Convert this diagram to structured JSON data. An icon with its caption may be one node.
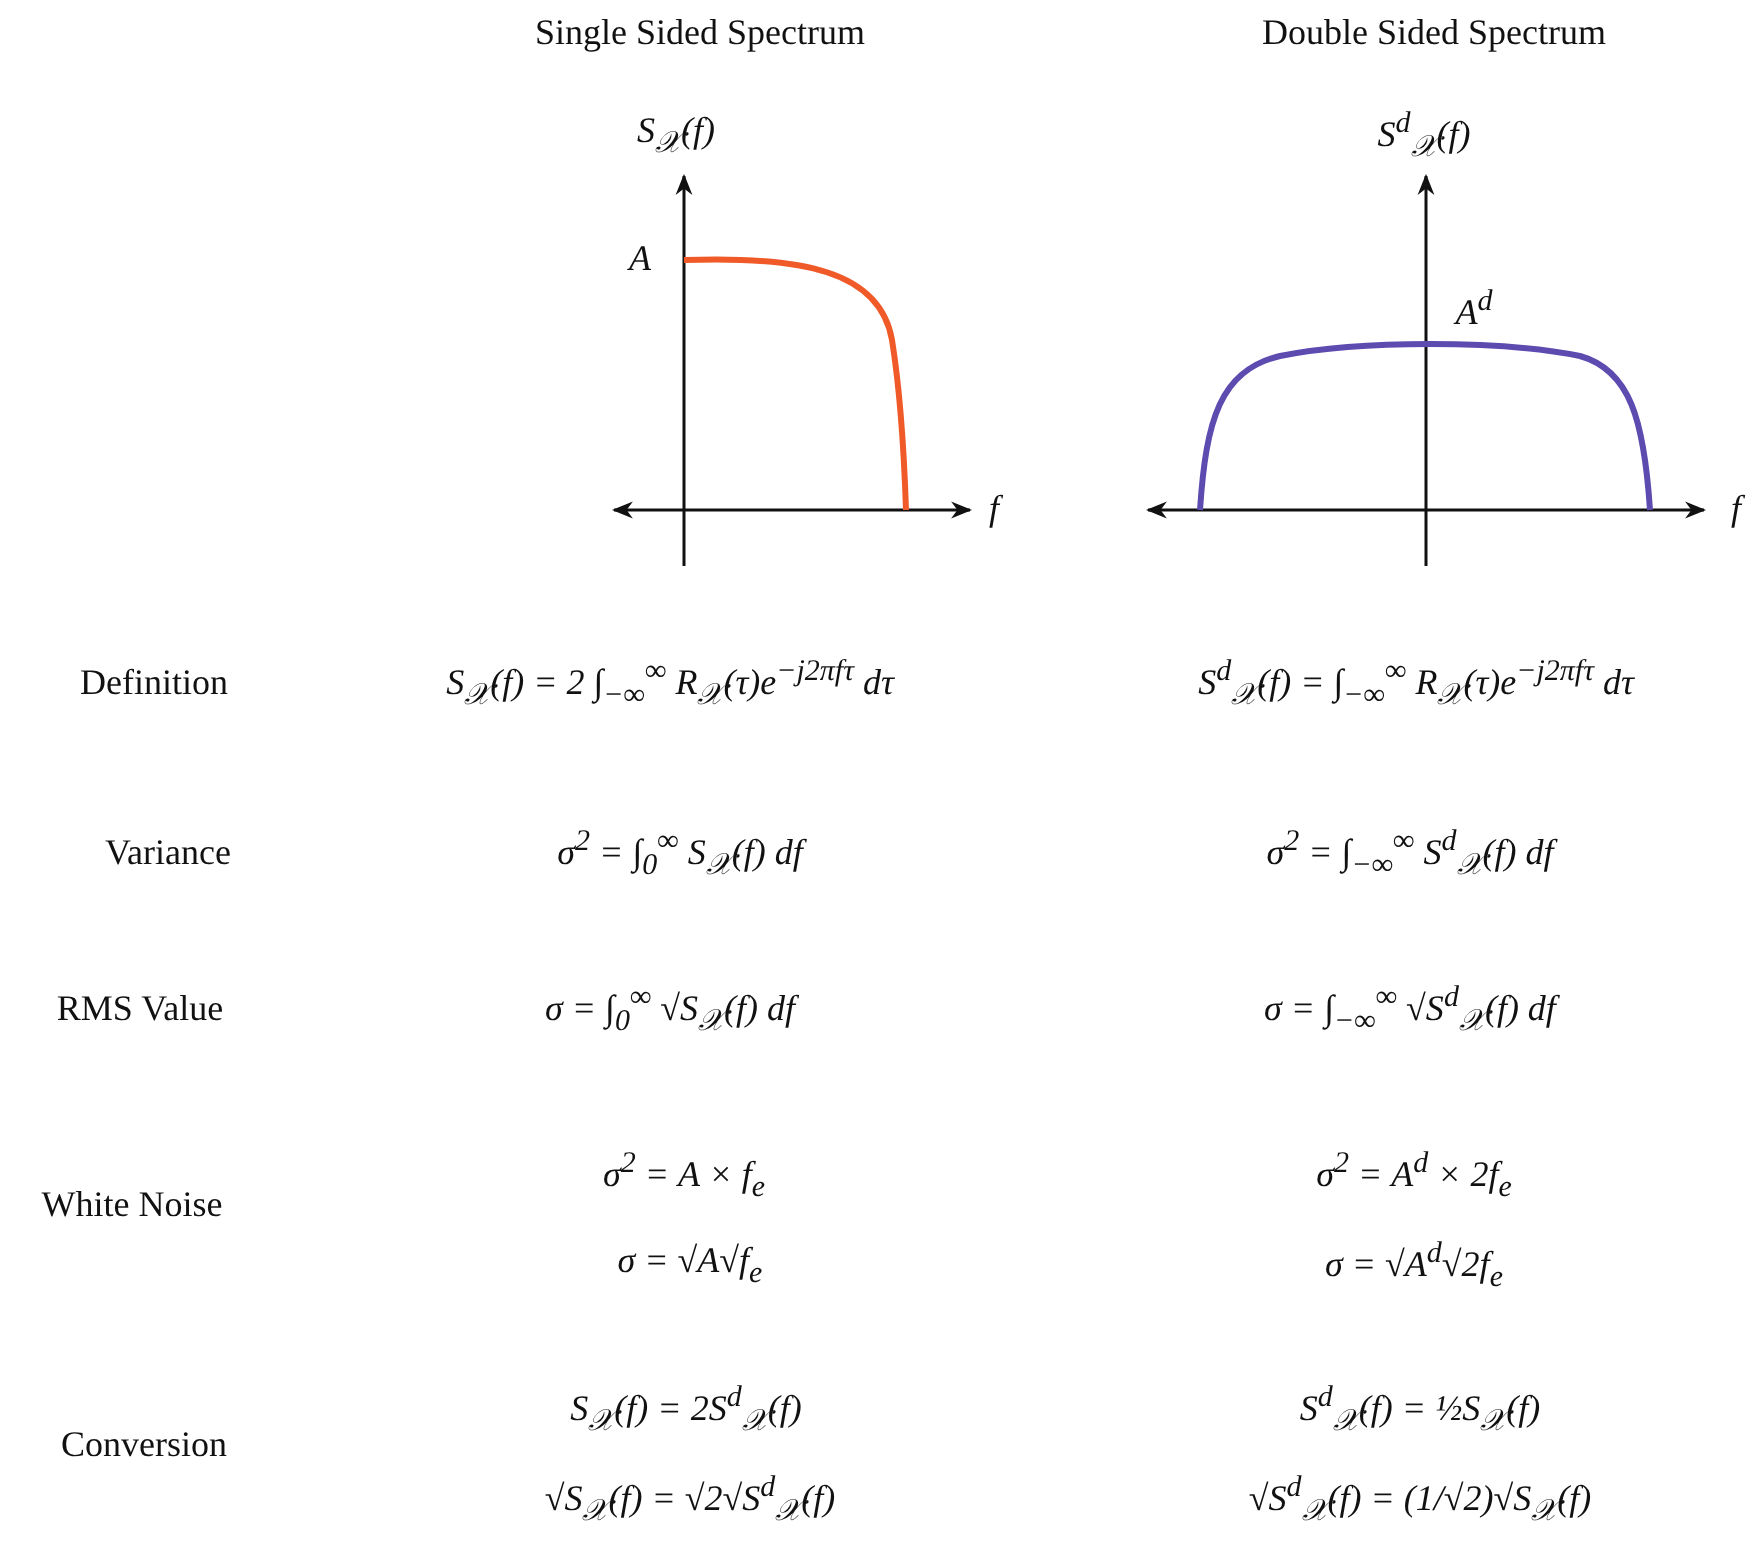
{
  "diagram": {
    "labels": [
      "Single Sided Spectrum",
      "Double Sided Spectrum",
      "S$_{𝒳}$(f)",
      "S$^{d}$$_{𝒳}$(f)",
      "A",
      "A$^{d}$",
      "f",
      "f",
      "Definition",
      "S$_{𝒳}$(f) = 2 ∫$_{−∞}$$^{∞}$ R$_{𝒳}$(τ)e$^{−j2πfτ}$ dτ",
      "S$^{d}$$_{𝒳}$(f) = ∫$_{−∞}$$^{∞}$ R$_{𝒳}$(τ)e$^{−j2πfτ}$ dτ",
      "Variance",
      "σ$^{2}$ = ∫$_{0}$$^{∞}$ S$_{𝒳}$(f) df",
      "σ$^{2}$ = ∫$_{−∞}$$^{∞}$ S$^{d}$$_{𝒳}$(f) df",
      "RMS Value",
      "σ = ∫$_{0}$$^{∞}$ √S$_{𝒳}$(f) df",
      "σ = ∫$_{−∞}$$^{∞}$ √S$^{d}$$_{𝒳}$(f) df",
      "White Noise",
      "σ$^{2}$ = A × f$_{e}$",
      "σ$^{2}$ = A$^{d}$ × 2f$_{e}$",
      "σ = √A√f$_{e}$",
      "σ = √A$^{d}$√2f$_{e}$",
      "Conversion",
      "S$_{𝒳}$(f) = 2S$^{d}$$_{𝒳}$(f)",
      "S$^{d}$$_{𝒳}$(f) = ½S$_{𝒳}$(f)",
      "√S$_{𝒳}$(f) = √2√S$^{d}$$_{𝒳}$(f)",
      "√S$^{d}$$_{𝒳}$(f) = (1/√2)√S$_{𝒳}$(f)"
    ]
  }
}
